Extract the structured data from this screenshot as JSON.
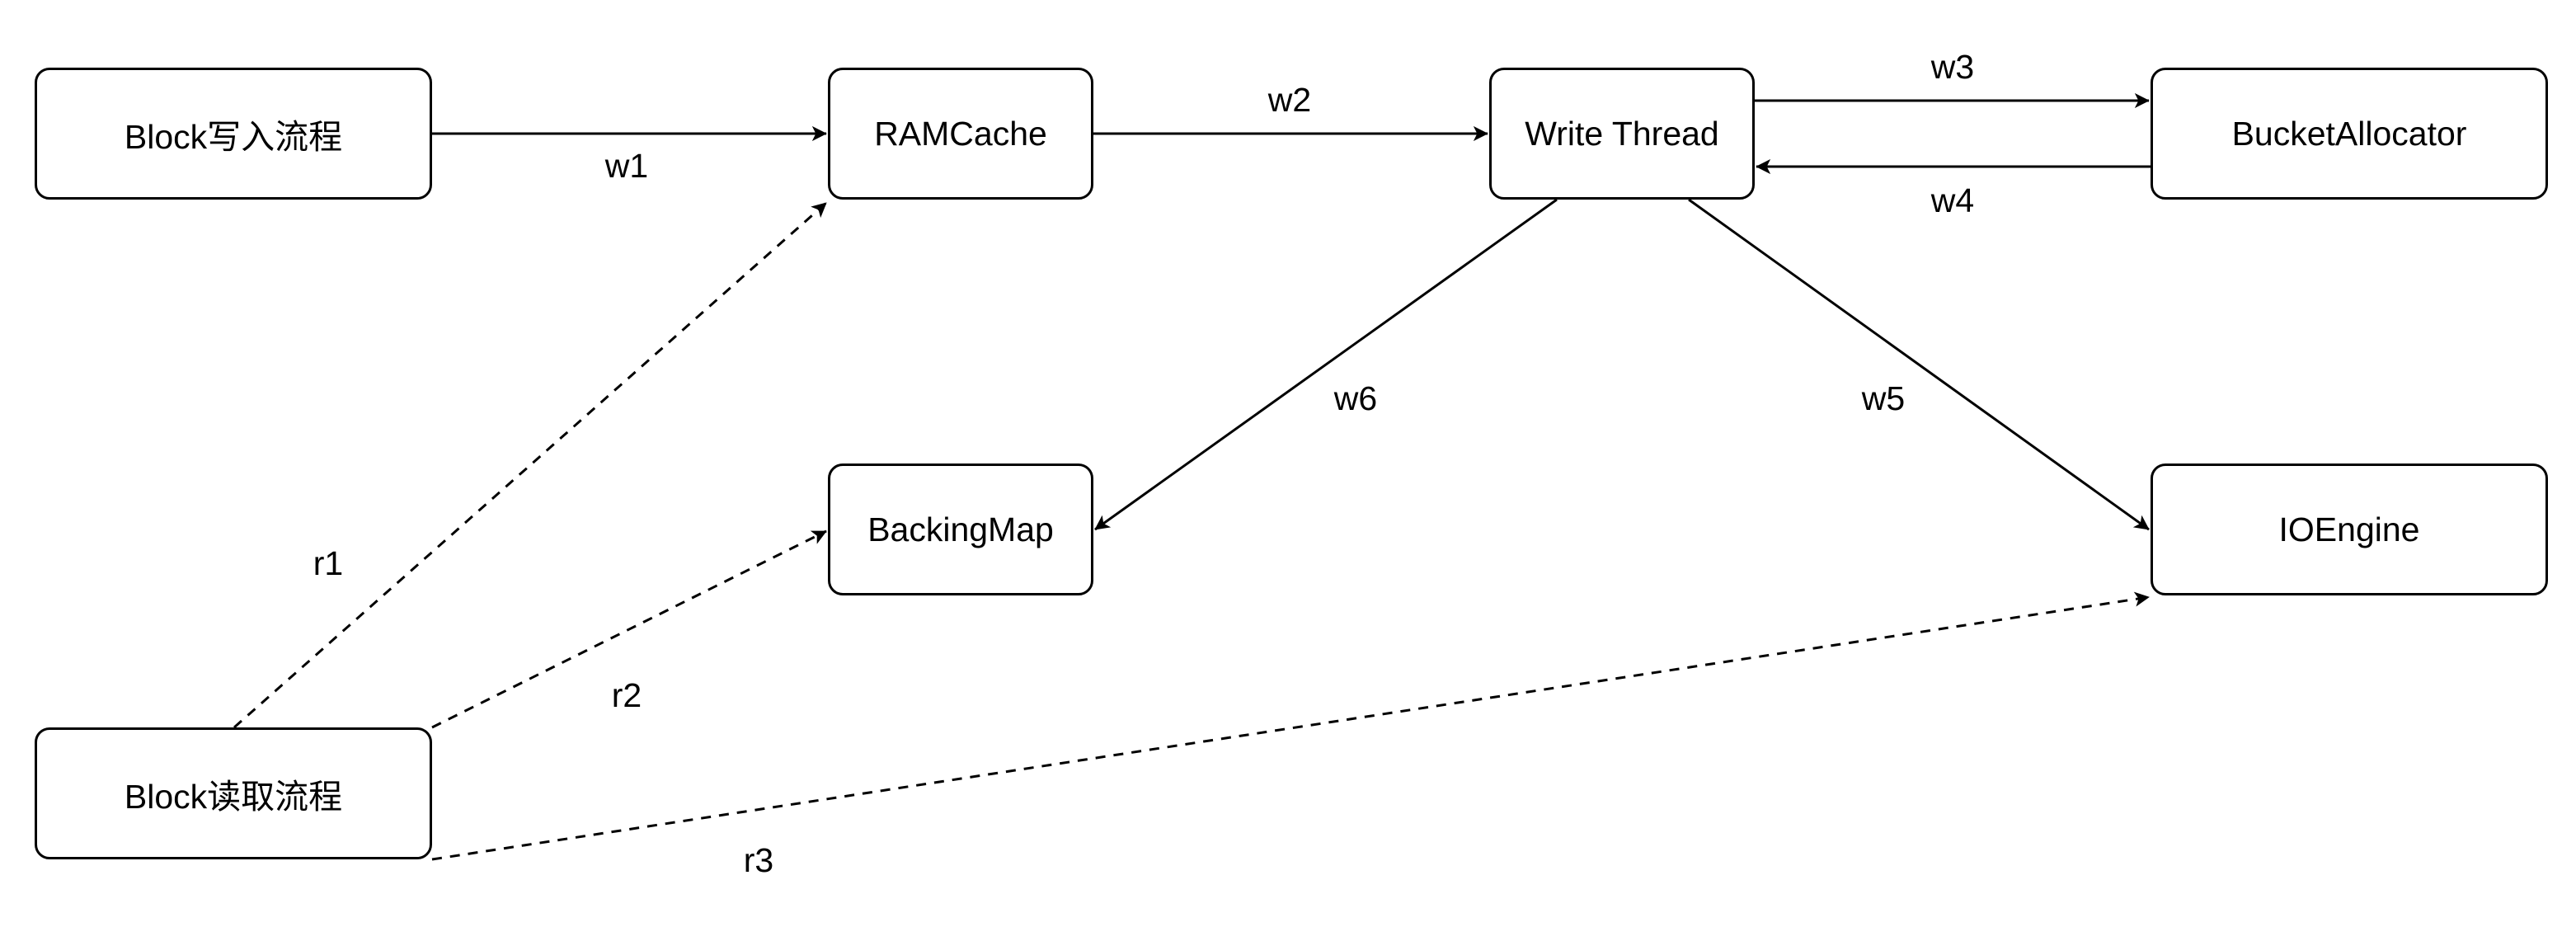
{
  "nodes": {
    "write_flow": "Block写入流程",
    "read_flow": "Block读取流程",
    "ramcache": "RAMCache",
    "backingmap": "BackingMap",
    "write_thread": "Write Thread",
    "bucket_allocator": "BucketAllocator",
    "ioengine": "IOEngine"
  },
  "edges": {
    "w1": "w1",
    "w2": "w2",
    "w3": "w3",
    "w4": "w4",
    "w5": "w5",
    "w6": "w6",
    "r1": "r1",
    "r2": "r2",
    "r3": "r3"
  },
  "colors": {
    "stroke": "#000000",
    "background": "#ffffff"
  }
}
